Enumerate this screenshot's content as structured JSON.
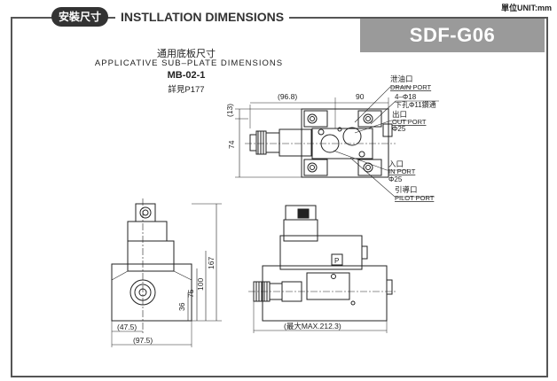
{
  "header": {
    "unit": "單位UNIT:mm",
    "badge": "安裝尺寸",
    "title": "INSTLLATION DIMENSIONS",
    "model": "SDF-G06"
  },
  "subplate": {
    "title_cn": "通用底板尺寸",
    "title_en": "APPLICATIVE SUB–PLATE DIMENSIONS",
    "model": "MB-02-1",
    "reference": "詳見P177"
  },
  "top_view": {
    "dims": {
      "w_left": "(96.8)",
      "w_right": "90",
      "h_top": "(13)",
      "h_total": "74"
    },
    "callouts": {
      "drain_cn": "泄油口",
      "drain_en": "DRAIN PORT",
      "bolt": "4–Φ18",
      "bolt_cn": "下孔Φ11鑽通",
      "out_cn": "出口",
      "out_en": "OUT PORT",
      "out_dia": "Φ25",
      "in_cn": "入口",
      "in_en": "IN PORT",
      "in_dia": "Φ25",
      "pilot_cn": "引導口",
      "pilot_en": "PILOT PORT"
    }
  },
  "side_view": {
    "dims": {
      "d1": "(47.5)",
      "d2": "(97.5)",
      "h1": "36",
      "h2": "75",
      "h3": "100",
      "h4": "167"
    }
  },
  "front_view": {
    "label": "P",
    "max_dim": "(最大MAX.212.3)"
  }
}
